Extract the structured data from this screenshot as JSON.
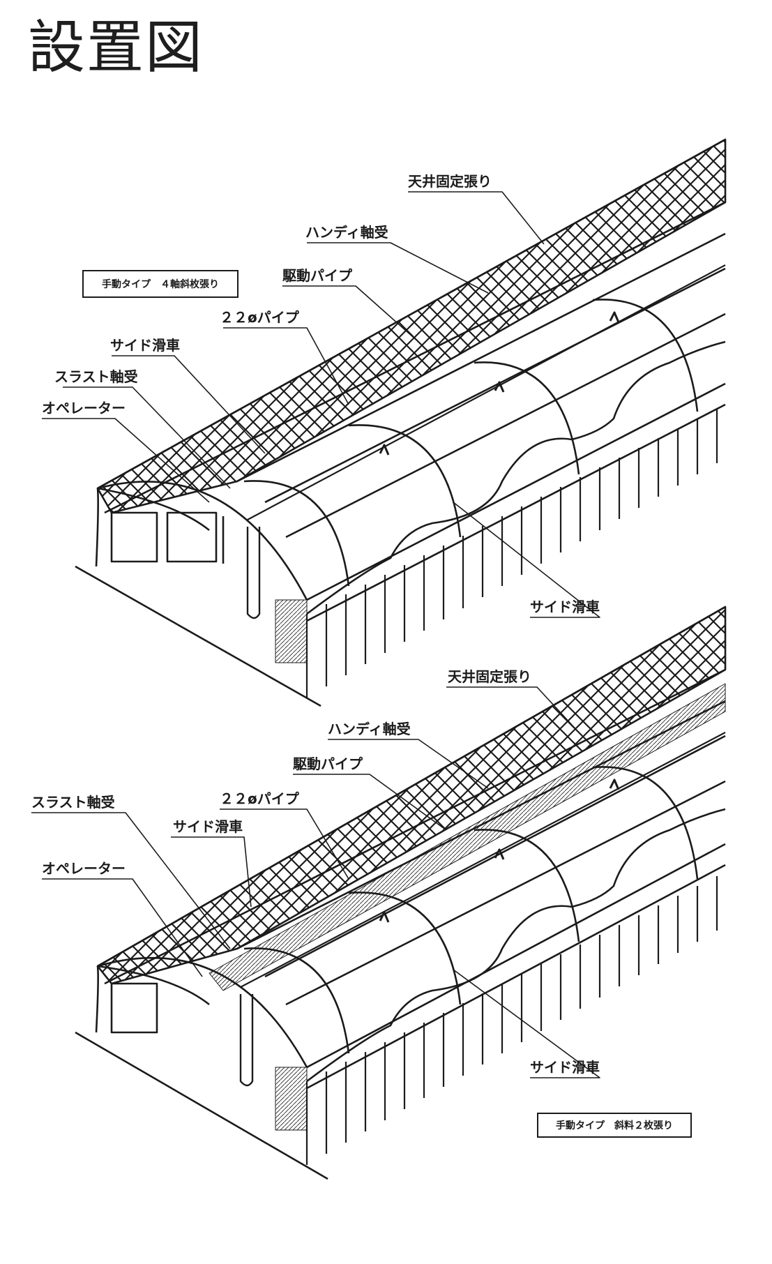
{
  "title": "設置図",
  "colors": {
    "line": "#1b1b1b",
    "background": "#ffffff"
  },
  "diagram_top": {
    "type_box": "手動タイプ　４軸斜枚張り",
    "labels": {
      "ceiling_fixed": "天井固定張り",
      "handy_bearing": "ハンディ軸受",
      "drive_pipe": "駆動パイプ",
      "pipe_22": "２２øパイプ",
      "side_pulley_upper": "サイド滑車",
      "thrust_bearing": "スラスト軸受",
      "operator": "オペレーター",
      "side_pulley_lower": "サイド滑車"
    }
  },
  "diagram_bottom": {
    "type_box": "手動タイプ　斜料２枚張り",
    "labels": {
      "ceiling_fixed": "天井固定張り",
      "handy_bearing": "ハンディ軸受",
      "drive_pipe": "駆動パイプ",
      "pipe_22": "２２øパイプ",
      "thrust_bearing": "スラスト軸受",
      "side_pulley_upper": "サイド滑車",
      "operator": "オペレーター",
      "side_pulley_lower": "サイド滑車"
    }
  }
}
